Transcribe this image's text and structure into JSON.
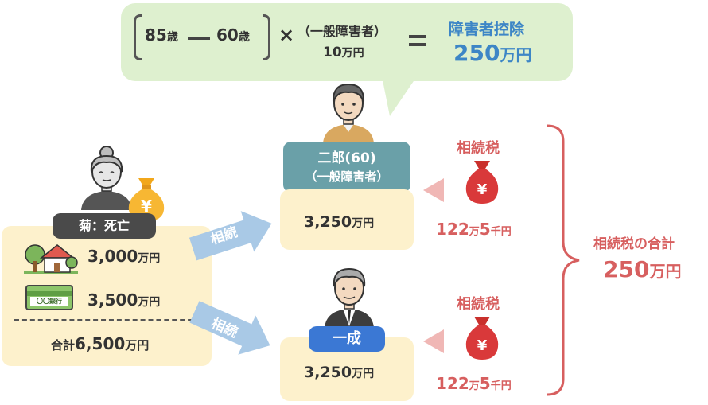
{
  "formula": {
    "age_a": "85",
    "age_b": "60",
    "age_unit": "歳",
    "minus": "ー",
    "times": "×",
    "factor_label": "（一般障害者）",
    "factor_value": "10",
    "factor_unit": "万円",
    "equals": "=",
    "result_label": "障害者控除",
    "result_value": "250",
    "result_unit": "万円"
  },
  "decedent": {
    "label": "菊：死亡",
    "assets": [
      {
        "icon": "house-tree-icon",
        "value": "3,000",
        "unit": "万円"
      },
      {
        "icon": "bankbook-icon",
        "value": "3,500",
        "unit": "万円",
        "icon_text": "〇〇銀行"
      }
    ],
    "total_label": "合計",
    "total_value": "6,500",
    "total_unit": "万円"
  },
  "inherit_label": "相続",
  "heirs": [
    {
      "name_line1": "二郎(60)",
      "name_line2": "（一般障害者）",
      "amount": "3,250",
      "amount_unit": "万円",
      "tax_label": "相続税",
      "tax_main": "122",
      "tax_unit1": "万",
      "tax_sub": "5",
      "tax_unit2": "千円"
    },
    {
      "name_line1": "一成",
      "amount": "3,250",
      "amount_unit": "万円",
      "tax_label": "相続税",
      "tax_main": "122",
      "tax_unit1": "万",
      "tax_sub": "5",
      "tax_unit2": "千円"
    }
  ],
  "total_tax": {
    "label": "相続税の合計",
    "value": "250",
    "unit": "万円"
  },
  "colors": {
    "bubble": "#def0cf",
    "card": "#fdf1cc",
    "tag_teal": "#6aa0a8",
    "tag_blue": "#3b78d4",
    "tag_dark": "#4a4a4a",
    "red": "#d75f5f",
    "blue_text": "#3d86c6",
    "arrow": "#a9c9e6",
    "pointer": "#f0b7b5"
  }
}
